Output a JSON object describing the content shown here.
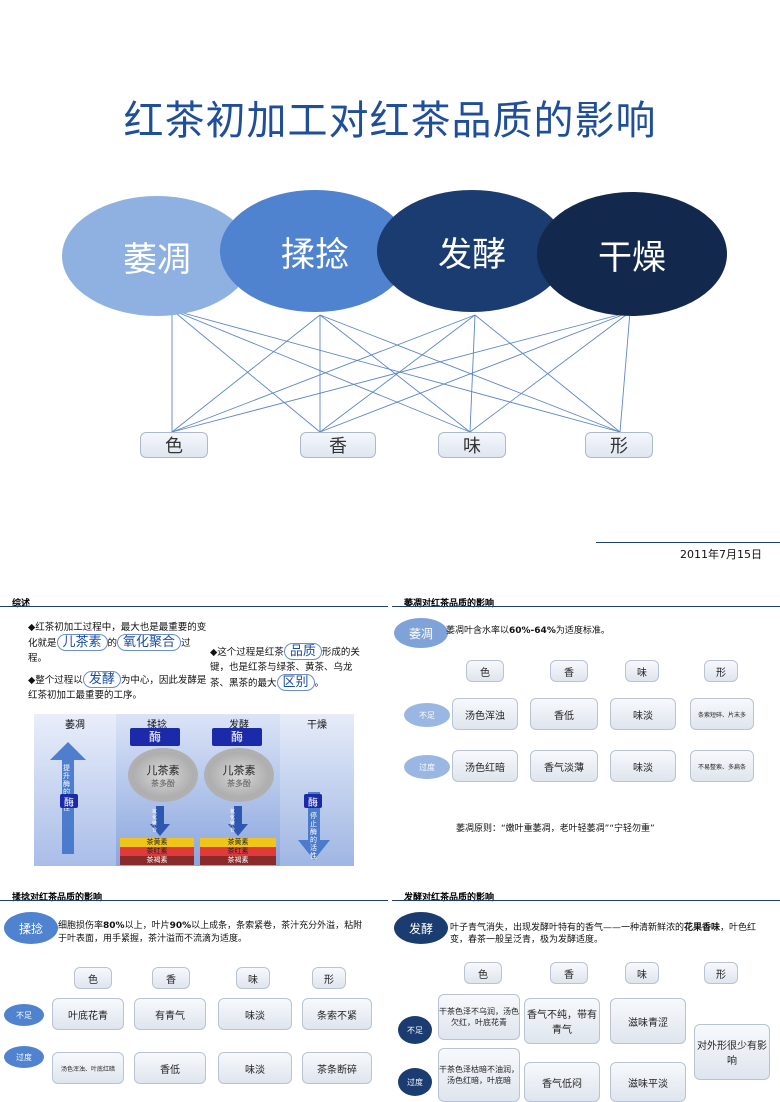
{
  "top": {
    "title": "红茶初加工对红茶品质的影响",
    "stages": [
      "萎凋",
      "揉捻",
      "发酵",
      "干燥"
    ],
    "qualities": [
      "色",
      "香",
      "味",
      "形"
    ]
  },
  "date": "2011年7月15日",
  "summary": {
    "heading": "综述",
    "p1_a": "◆红茶初加工过程中，最大也是最重要的变化就是",
    "p1_tag1": "儿茶素",
    "p1_b": "的",
    "p1_tag2": "氧化聚合",
    "p1_c": "过程。",
    "p2_a": "◆整个过程以",
    "p2_tag": "发酵",
    "p2_b": "为中心，因此发酵是红茶初加工最重要的工序。",
    "p3_a": "◆这个过程是红茶",
    "p3_tag1": "品质",
    "p3_b": "形成的关键，也是红茶与绿茶、黄茶、乌龙茶、黑茶的最大",
    "p3_tag2": "区别",
    "p3_c": "。",
    "diagram": {
      "cols": [
        "萎凋",
        "揉捻",
        "发酵",
        "干燥"
      ],
      "enzyme": "酶",
      "catechin": "儿茶素",
      "catechin_sub": "茶多酚",
      "arrow_up_text": "提升酶的活性",
      "arrow_down_text": "停止酶的活性",
      "arrow_mid1": "氧化聚合",
      "arrow_mid2": "氧化聚合",
      "pigments": [
        "茶黄素",
        "茶红素",
        "茶褐素"
      ]
    }
  },
  "withering": {
    "heading": "萎凋对红茶品质的影响",
    "label": "萎凋",
    "desc_a": "萎凋叶含水率以",
    "desc_b": "60%-64%",
    "desc_c": "为适度标准。",
    "headers": [
      "色",
      "香",
      "味",
      "形"
    ],
    "row1_label": "不足",
    "row1": [
      "汤色浑浊",
      "香低",
      "味淡",
      "条索短碎、片末多"
    ],
    "row2_label": "过度",
    "row2": [
      "汤色红暗",
      "香气淡薄",
      "味淡",
      "不易整索、多扁条"
    ],
    "principle": "萎凋原则：“嫩叶重萎凋，老叶轻萎凋”“宁轻勿重”"
  },
  "rolling": {
    "heading": "揉捻对红茶品质的影响",
    "label": "揉捻",
    "desc_a": "细胞损伤率",
    "desc_b": "80%",
    "desc_c": "以上，叶片",
    "desc_d": "90%",
    "desc_e": "以上成条，条索紧卷，茶汁充分外溢，粘附于叶表面，用手紧握，茶汁溢而不流滴为适度。",
    "headers": [
      "色",
      "香",
      "味",
      "形"
    ],
    "row1_label": "不足",
    "row1": [
      "叶底花青",
      "有青气",
      "味淡",
      "条索不紧"
    ],
    "row2_label": "过度",
    "row2": [
      "汤色浑浊、叶底红暗",
      "香低",
      "味淡",
      "茶条断碎"
    ]
  },
  "fermentation": {
    "heading": "发酵对红茶品质的影响",
    "label": "发酵",
    "desc_a": "叶子青气消失，出现发酵叶特有的香气——一种清新鲜浓的",
    "desc_b": "花果香味",
    "desc_c": "，叶色红变，春茶一般呈泛青，极为发酵适度。",
    "headers": [
      "色",
      "香",
      "味",
      "形"
    ],
    "row1_label": "不足",
    "row1": [
      "干茶色泽不乌润，汤色欠红，叶底花青",
      "香气不纯，带有青气",
      "滋味青涩"
    ],
    "row2_label": "过度",
    "row2": [
      "干茶色泽枯暗不油润，汤色红暗，叶底暗",
      "香气低闷",
      "滋味平淡"
    ],
    "shape_note": "对外形很少有影响"
  }
}
